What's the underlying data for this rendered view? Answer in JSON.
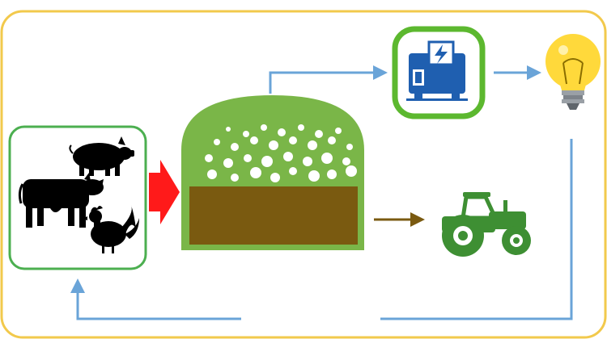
{
  "diagram": {
    "nodes": [
      {
        "id": "livestock",
        "icon": "livestock-icon",
        "contents": [
          "pig-icon",
          "cow-icon",
          "rooster-icon"
        ]
      },
      {
        "id": "biodigester",
        "icon": "biodigester-icon"
      },
      {
        "id": "generator",
        "icon": "generator-icon"
      },
      {
        "id": "light-bulb",
        "icon": "light-bulb-icon"
      },
      {
        "id": "tractor",
        "icon": "tractor-icon"
      }
    ],
    "flows": [
      {
        "from": "livestock",
        "to": "biodigester",
        "style": "red-block-arrow"
      },
      {
        "from": "biodigester",
        "to": "generator",
        "style": "blue-line-arrow"
      },
      {
        "from": "generator",
        "to": "light-bulb",
        "style": "blue-line-arrow"
      },
      {
        "from": "biodigester",
        "to": "tractor",
        "style": "brown-line-arrow"
      },
      {
        "from": "light-bulb",
        "to": "livestock",
        "style": "blue-line-arrow"
      }
    ],
    "colors": {
      "frame": "#f2c94c",
      "livestock_border": "#4caf50",
      "generator_border": "#5cb82f",
      "generator_body": "#1f5fb0",
      "biodigester_green": "#7ab648",
      "digestate_brown": "#7a5a10",
      "flow_arrow_blue": "#6aa4d8",
      "input_arrow_red": "#ff1a1a",
      "tractor_green": "#3e8f33",
      "bulb_yellow": "#ffd93b"
    }
  }
}
